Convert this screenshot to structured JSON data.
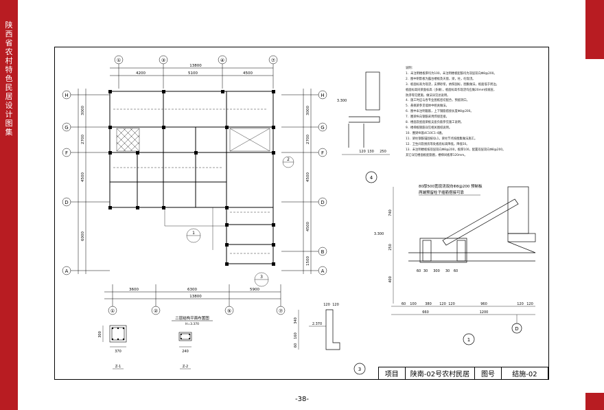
{
  "page": {
    "side_label": "陕西省农村特色民居设计图集",
    "page_number": "-38-"
  },
  "title_block": {
    "project_label": "项目",
    "project_name": "陕南-02号农村民居",
    "drawing_no_label": "图号",
    "drawing_no": "结施-02"
  },
  "plan": {
    "title": "二层结构平面布置图",
    "elevation": "H=3.370",
    "top_axes": [
      "①",
      "③",
      "④",
      "⑦"
    ],
    "bottom_axes": [
      "①",
      "②",
      "⑤",
      "⑦"
    ],
    "left_axes": [
      "H",
      "G",
      "F",
      "D",
      "A"
    ],
    "right_axes": [
      "H",
      "G",
      "F",
      "D",
      "B",
      "A"
    ],
    "top_dims": [
      "4200",
      "5100",
      "4500"
    ],
    "top_total": "13800",
    "bottom_dims": [
      "3600",
      "6300",
      "5900"
    ],
    "bottom_total": "13800",
    "left_dims": [
      "3000",
      "2700",
      "4500",
      "6000"
    ],
    "right_dims": [
      "3000",
      "2700",
      "4500",
      "4500",
      "1500"
    ],
    "section_marks": [
      "1",
      "2",
      "3"
    ]
  },
  "details": {
    "column_1": {
      "label": "Z-1",
      "width": "370",
      "height": "300"
    },
    "column_2": {
      "label": "Z-2",
      "width": "240"
    },
    "section_4": {
      "mark": "4",
      "elev": "3.300",
      "dims": [
        "120",
        "130",
        "250"
      ]
    },
    "section_3": {
      "mark": "3",
      "elev": "2.370",
      "dims_top": [
        "120",
        "120"
      ],
      "dims_side": [
        "340",
        "160",
        "60"
      ]
    },
    "section_1": {
      "mark": "1",
      "elev": "3.300",
      "callout": "80厚500宽现浇双向Φ8@200 预制板",
      "callout2": "两端预留柱子插筋搭接可靠",
      "dims_v": [
        "740",
        "250",
        "400"
      ],
      "dims_h1": [
        "60",
        "100",
        "380",
        "120",
        "120",
        "960",
        "120",
        "120"
      ],
      "dims_h2": [
        "660",
        "1200"
      ],
      "axis": "D",
      "small_dims": [
        "60",
        "30",
        "300",
        "30",
        "60"
      ]
    }
  },
  "notes": {
    "heading": "说明：",
    "items": [
      "1．未注明楼板厚均为100，未注明楼板配筋均为双层双向Φ8@200。",
      "2．图中阴影板为露台楼板及天窗，梁，柱，砼现浇。",
      "3．板面标高为现浇，支撑砂浆，依照国标，图集做法，板面低于周边。",
      "   板面标高同梁面标高（多做），板面标高作现浇均应做20mm找坡层，",
      "   防渗等见建施，做法详见总说明。",
      "4．施工时应与各专业图纸密切配合，预留洞口。",
      "5．悬挑梁参见墙体中相关做法。",
      "6．图中未注明箍筋，上下钢筋搭接长度Φ8@200。",
      "7．圈梁纵向钢筋采用焊接连接。",
      "8．楼面及屋面梁板支座负筋参见施工说明。",
      "9．楼梯板钢筋详见相关图纸说明。",
      "10．圈梁纵筋4C10C1-4遍。",
      "11．梁柱钢筋锚固按QL1，梁柱节点按图集做法施工。",
      "12．卫生间及厨房等处板底标高降低，降低50。",
      "13．未注明楼板按双层双向Φ8@200，板厚100，配置双层双向Φ8@200。",
      "    其它详见楼面板配筋图，楼梯间板厚120mm。"
    ]
  }
}
